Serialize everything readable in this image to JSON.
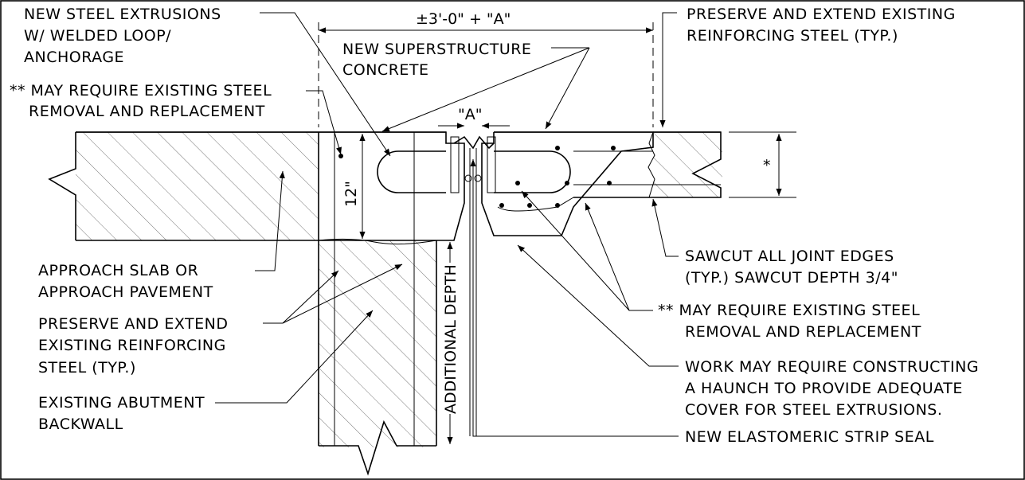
{
  "labels": {
    "steel_extrusions": [
      "NEW STEEL EXTRUSIONS",
      "W/ WELDED LOOP/",
      "ANCHORAGE"
    ],
    "superstructure": [
      "NEW SUPERSTRUCTURE",
      "CONCRETE"
    ],
    "preserve_top": [
      "PRESERVE AND EXTEND EXISTING",
      "REINFORCING STEEL (TYP.)"
    ],
    "may_require_left": [
      "** MAY REQUIRE EXISTING STEEL",
      "REMOVAL AND REPLACEMENT"
    ],
    "approach_slab": [
      "APPROACH SLAB OR",
      "APPROACH PAVEMENT"
    ],
    "preserve_left": [
      "PRESERVE AND EXTEND",
      "EXISTING REINFORCING",
      "STEEL (TYP.)"
    ],
    "abutment": [
      "EXISTING ABUTMENT",
      "BACKWALL"
    ],
    "sawcut": [
      "SAWCUT ALL JOINT EDGES",
      "(TYP.) SAWCUT DEPTH 3/4\""
    ],
    "may_require_right": [
      "** MAY REQUIRE EXISTING STEEL",
      "REMOVAL AND REPLACEMENT"
    ],
    "haunch": [
      "WORK MAY REQUIRE CONSTRUCTING",
      "A HAUNCH TO PROVIDE ADEQUATE",
      "COVER FOR STEEL EXTRUSIONS."
    ],
    "strip_seal": [
      "NEW ELASTOMERIC STRIP SEAL"
    ]
  },
  "dimensions": {
    "overall_width": "±3'-0\" + \"A\"",
    "gap": "\"A\"",
    "depth": "12\"",
    "additional_depth": "ADDITIONAL DEPTH",
    "star": "*"
  }
}
